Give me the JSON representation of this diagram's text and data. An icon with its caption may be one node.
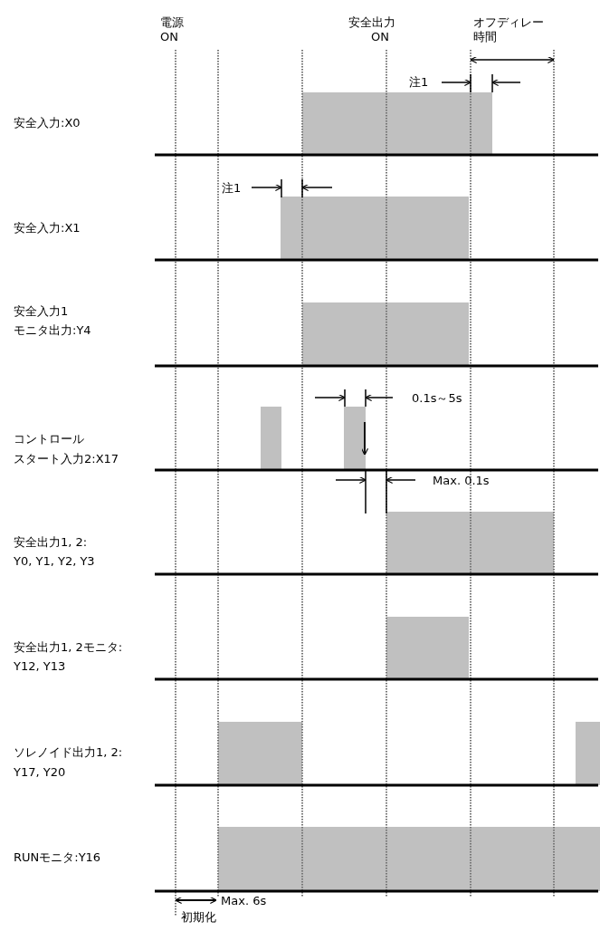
{
  "diagram": {
    "labels": [
      "電源",
      "ON",
      "安全出力",
      "ON",
      "オフディレー",
      "時間",
      "注1",
      "安全入力:X0",
      "注1",
      "安全入力:X1",
      "安全入力1",
      "モニタ出力:Y4",
      "0.1s～5s",
      "コントロール",
      "スタート入力2:X17",
      "Max. 0.1s",
      "安全出力1, 2:",
      "Y0, Y1, Y2, Y3",
      "安全出力1, 2モニタ:",
      "Y12, Y13",
      "ソレノイド出力1, 2:",
      "Y17, Y20",
      "RUNモニタ:Y16",
      "Max. 6s",
      "初期化"
    ]
  }
}
